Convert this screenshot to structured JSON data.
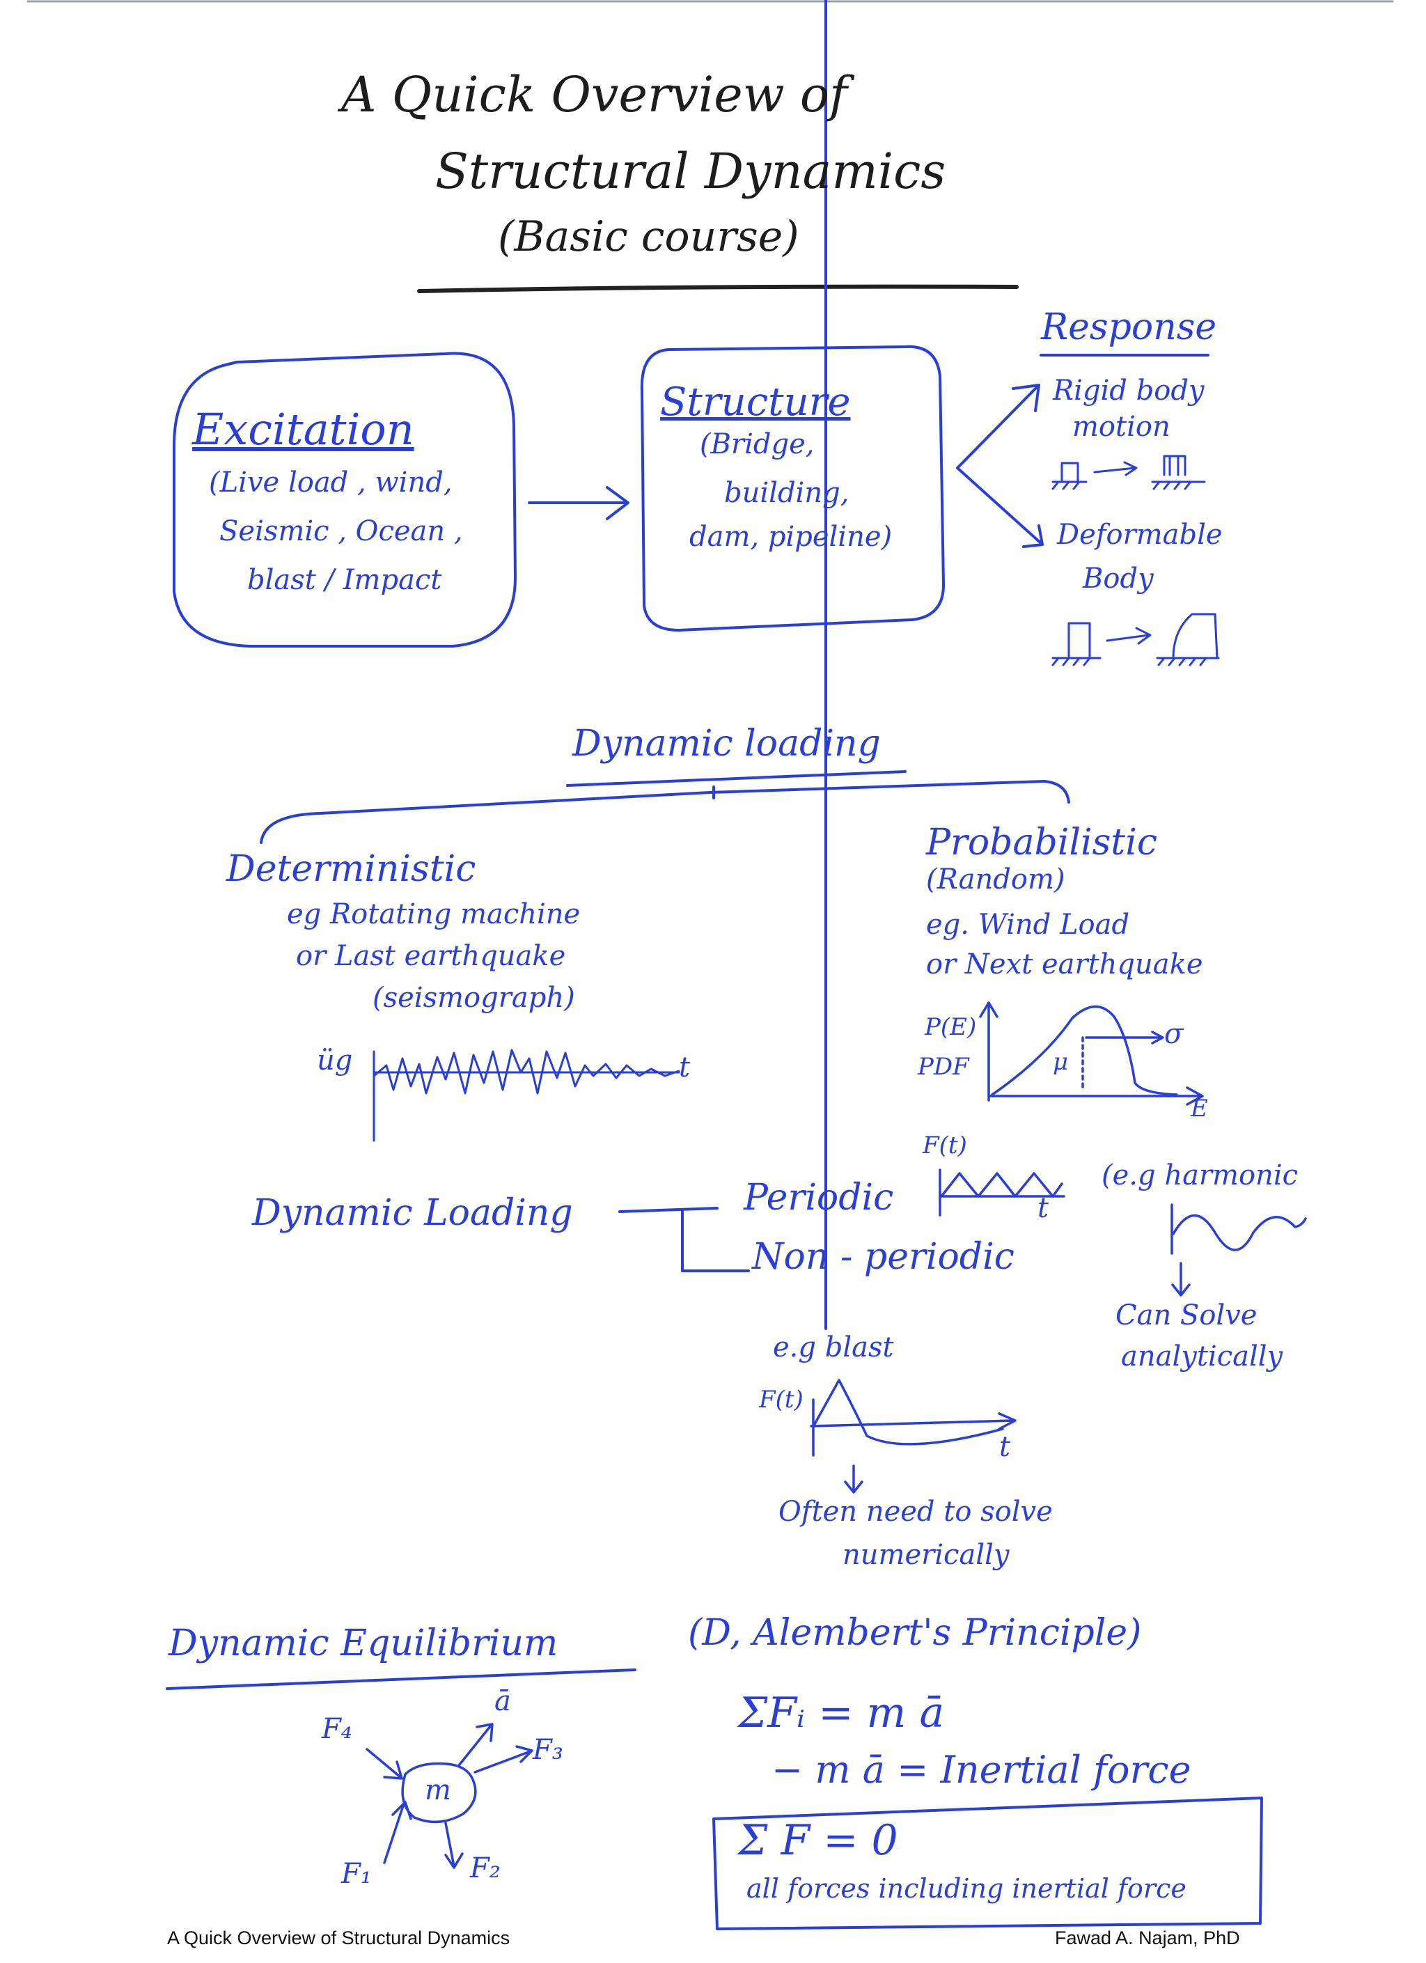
{
  "title": {
    "line1": "A Quick Overview of",
    "line2": "Structural Dynamics",
    "line3": "(Basic course)"
  },
  "flow": {
    "excitation": {
      "heading": "Excitation",
      "lines": [
        "(Live load , wind,",
        "Seismic , Ocean ,",
        "blast / Impact"
      ]
    },
    "structure": {
      "heading": "Structure",
      "lines": [
        "(Bridge,",
        "building,",
        "dam, pipeline)"
      ]
    },
    "response": {
      "heading": "Response",
      "rigid": [
        "Rigid body",
        "motion"
      ],
      "deformable": [
        "Deformable",
        "Body"
      ]
    }
  },
  "loading_tree": {
    "heading": "Dynamic loading",
    "deterministic": {
      "heading": "Deterministic",
      "lines": [
        "eg Rotating machine",
        "or Last earthquake",
        "(seismograph)"
      ],
      "graph": {
        "y_label": "üg",
        "x_label": "t"
      }
    },
    "probabilistic": {
      "heading": "Probabilistic",
      "lines": [
        "(Random)",
        "eg. Wind Load",
        "or Next earthquake"
      ],
      "graph": {
        "y_label_1": "P(E)",
        "y_label_2": "PDF",
        "x_label": "E",
        "sigma": "σ",
        "mu": "μ"
      }
    }
  },
  "periodic_section": {
    "left_label": "Dynamic Loading",
    "periodic": "Periodic",
    "non_periodic": "Non - periodic",
    "periodic_graph": {
      "y_label": "F(t)",
      "x_label": "t"
    },
    "harmonic": "(e.g harmonic",
    "can_solve": [
      "Can Solve",
      "analytically"
    ],
    "blast": "e.g blast",
    "blast_graph": {
      "y_label": "F(t)",
      "x_label": "t"
    },
    "numerical": [
      "Often need to solve",
      "numerically"
    ]
  },
  "equilibrium": {
    "heading": "Dynamic Equilibrium",
    "principle": "(D, Alembert's Principle)",
    "mass": "m",
    "forces": {
      "f1": "F₁",
      "f2": "F₂",
      "f3": "F₃",
      "f4": "F₄",
      "a": "ā"
    },
    "eq1": "ΣFᵢ = m ā",
    "eq2": "− m ā = Inertial force",
    "eq3": "Σ F = 0",
    "eq3_note": "all forces including inertial force"
  },
  "footer": {
    "left": "A Quick Overview of Structural Dynamics",
    "right": "Fawad A. Najam, PhD"
  },
  "colors": {
    "ink": "#2a3fd6",
    "text": "#111111",
    "background": "#ffffff"
  }
}
